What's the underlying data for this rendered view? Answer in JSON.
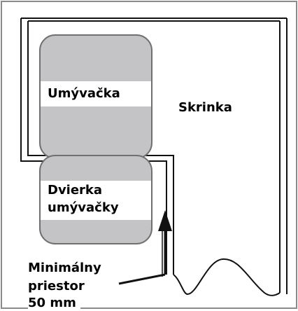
{
  "labels": {
    "dishwasher": "Umývačka",
    "cabinet": "Skrinka",
    "door_line1": "Dvierka",
    "door_line2": "umývačky",
    "min_line1": "Minimálny",
    "min_line2": "priestor",
    "min_line3": "50 mm"
  },
  "colors": {
    "line": "#111111",
    "frame": "#8a8a8a",
    "dishwasher_fill": "#c4c4c6",
    "dishwasher_stroke": "#707070",
    "background": "#ffffff"
  }
}
